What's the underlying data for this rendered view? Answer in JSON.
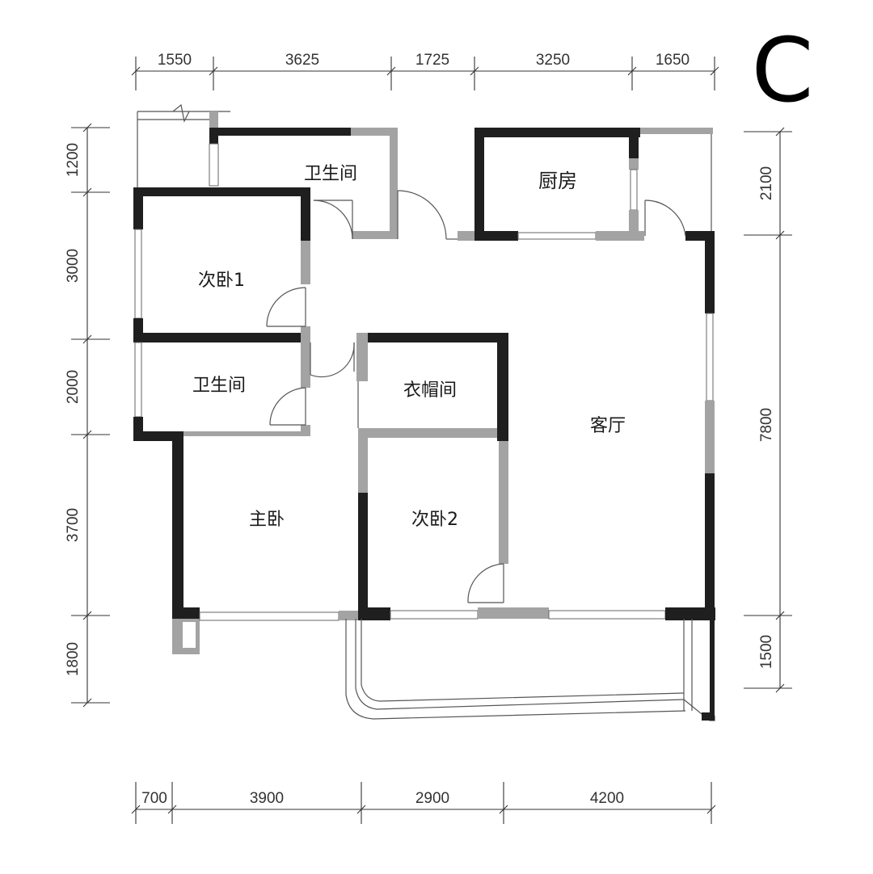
{
  "plan_label": "C",
  "dimensions": {
    "top": [
      "1550",
      "3625",
      "1725",
      "3250",
      "1650"
    ],
    "bottom": [
      "700",
      "3900",
      "2900",
      "4200"
    ],
    "left": [
      "1200",
      "3000",
      "2000",
      "3700",
      "1800"
    ],
    "right": [
      "2100",
      "7800",
      "1500"
    ]
  },
  "rooms": {
    "bathroom_top": "卫生间",
    "kitchen": "厨房",
    "bedroom_1": "次卧1",
    "bathroom_left": "卫生间",
    "cloakroom": "衣帽间",
    "living_room": "客厅",
    "master_bedroom": "主卧",
    "bedroom_2": "次卧2"
  }
}
